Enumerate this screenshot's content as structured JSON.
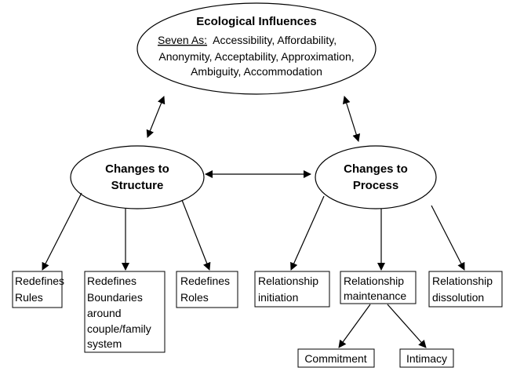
{
  "top": {
    "title": "Ecological Influences",
    "seven_label": "Seven As:",
    "line1": "Accessibility, Affordability,",
    "line2": "Anonymity, Acceptability, Approximation,",
    "line3": "Ambiguity, Accommodation"
  },
  "structure": {
    "line1": "Changes to",
    "line2": "Structure"
  },
  "process": {
    "line1": "Changes to",
    "line2": "Process"
  },
  "structure_children": [
    {
      "lines": [
        "Redefines",
        "Rules"
      ]
    },
    {
      "lines": [
        "Redefines",
        "Boundaries",
        "around",
        "couple/family",
        "system"
      ]
    },
    {
      "lines": [
        "Redefines",
        "Roles"
      ]
    }
  ],
  "process_children": [
    {
      "lines": [
        "Relationship",
        "initiation"
      ]
    },
    {
      "lines": [
        "Relationship",
        "maintenance"
      ]
    },
    {
      "lines": [
        "Relationship",
        "dissolution"
      ]
    }
  ],
  "maintenance_children": [
    "Commitment",
    "Intimacy"
  ]
}
